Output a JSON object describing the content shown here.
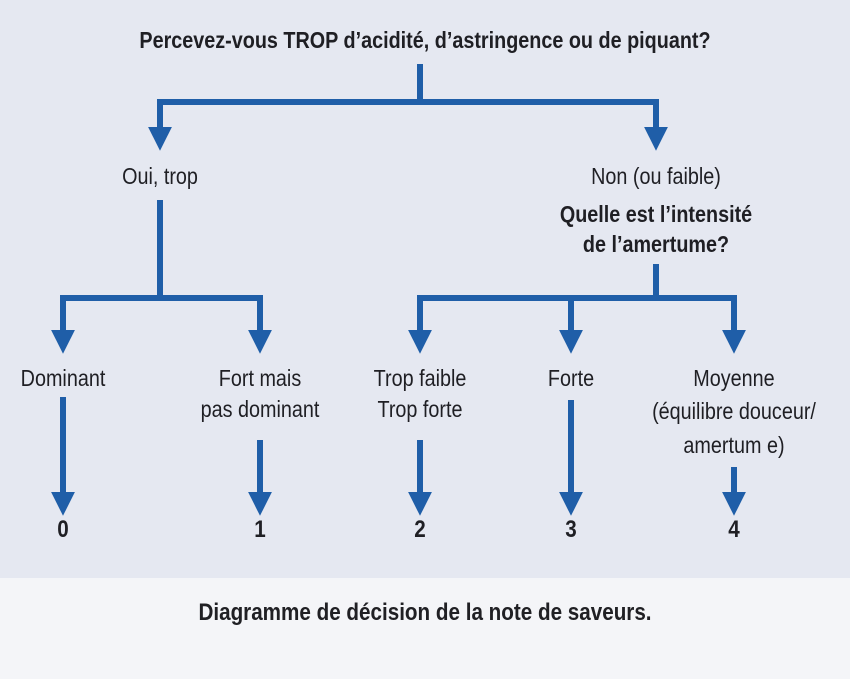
{
  "question": "Percevez-vous TROP d’acidité, d’astringence ou de piquant?",
  "branches": {
    "yes": "Oui, trop",
    "no_line1": "Non (ou faible)",
    "no_line2": "Quelle est l’intensité",
    "no_line3": "de l’amertume?"
  },
  "leaves": [
    {
      "line1": "Dominant",
      "line2": "",
      "line3": "",
      "score": "0"
    },
    {
      "line1": "Fort mais",
      "line2": "pas dominant",
      "line3": "",
      "score": "1"
    },
    {
      "line1": "Trop faible",
      "line2": "Trop forte",
      "line3": "",
      "score": "2"
    },
    {
      "line1": "Forte",
      "line2": "",
      "line3": "",
      "score": "3"
    },
    {
      "line1": "Moyenne",
      "line2": "(équilibre douceur/",
      "line3": "amertum e)",
      "score": "4"
    }
  ],
  "caption": "Diagramme de décision de la note de saveurs.",
  "colors": {
    "arrow": "#1f5ea8",
    "panel": "#e5e8f1",
    "page": "#f4f5f8"
  }
}
